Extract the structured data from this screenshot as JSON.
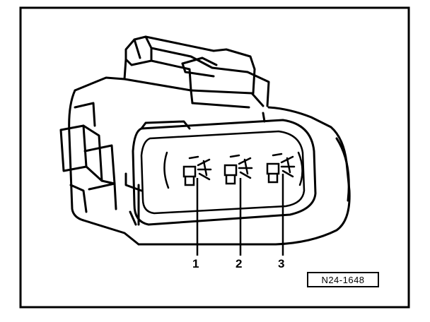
{
  "diagram": {
    "pins": [
      {
        "label": "1"
      },
      {
        "label": "2"
      },
      {
        "label": "3"
      }
    ],
    "reference_code": "N24-1648",
    "colors": {
      "line": "#000000",
      "background": "#ffffff"
    },
    "icons": [
      "connector-housing-icon",
      "terminal-icon"
    ]
  }
}
